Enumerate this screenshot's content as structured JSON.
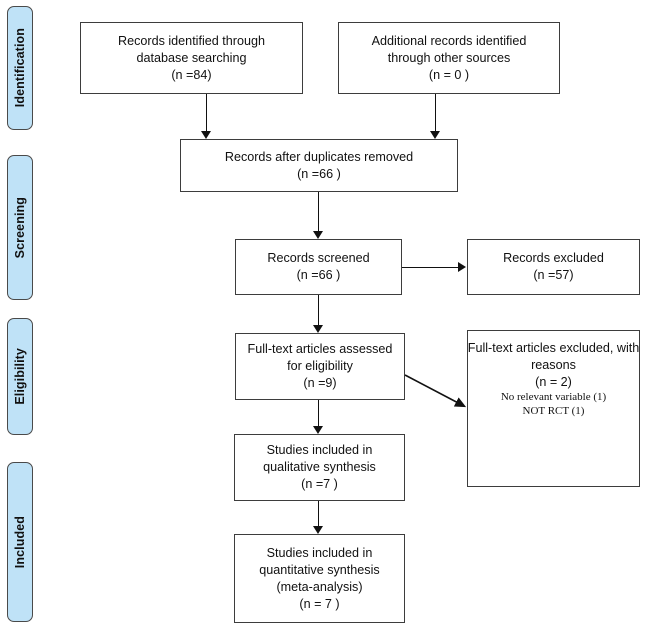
{
  "diagram": {
    "type": "prisma-flow-diagram",
    "stages": [
      {
        "name": "identification",
        "label": "Identification"
      },
      {
        "name": "screening",
        "label": "Screening"
      },
      {
        "name": "eligibility",
        "label": "Eligibility"
      },
      {
        "name": "included",
        "label": "Included"
      }
    ],
    "boxes": {
      "database_search": {
        "line1": "Records identified through",
        "line2": "database searching",
        "line3": "(n =84)"
      },
      "other_sources": {
        "line1": "Additional records identified",
        "line2": "through other sources",
        "line3": "(n = 0  )"
      },
      "duplicates_removed": {
        "line1": "Records after duplicates removed",
        "line2": "(n =66   )"
      },
      "records_screened": {
        "line1": "Records screened",
        "line2": "(n =66  )"
      },
      "records_excluded": {
        "line1": "Records excluded",
        "line2": "(n =57)"
      },
      "fulltext_assessed": {
        "line1": "Full-text articles assessed",
        "line2": "for eligibility",
        "line3": "(n =9)"
      },
      "fulltext_excluded": {
        "line1": "Full-text articles excluded, with",
        "line2": "reasons",
        "line3": "(n = 2)",
        "reason1": "No relevant variable (1)",
        "reason2": "NOT RCT (1)"
      },
      "qualitative_synthesis": {
        "line1": "Studies included in",
        "line2": "qualitative synthesis",
        "line3": "(n =7   )"
      },
      "quantitative_synthesis": {
        "line1": "Studies included in",
        "line2": "quantitative synthesis",
        "line3": "(meta-analysis)",
        "line4": "(n = 7  )"
      }
    },
    "colors": {
      "stage_fill": "#bfe2f7",
      "stage_border": "#4a4a4a",
      "box_border": "#3d3d3d",
      "connector": "#111111",
      "background": "#ffffff"
    }
  }
}
